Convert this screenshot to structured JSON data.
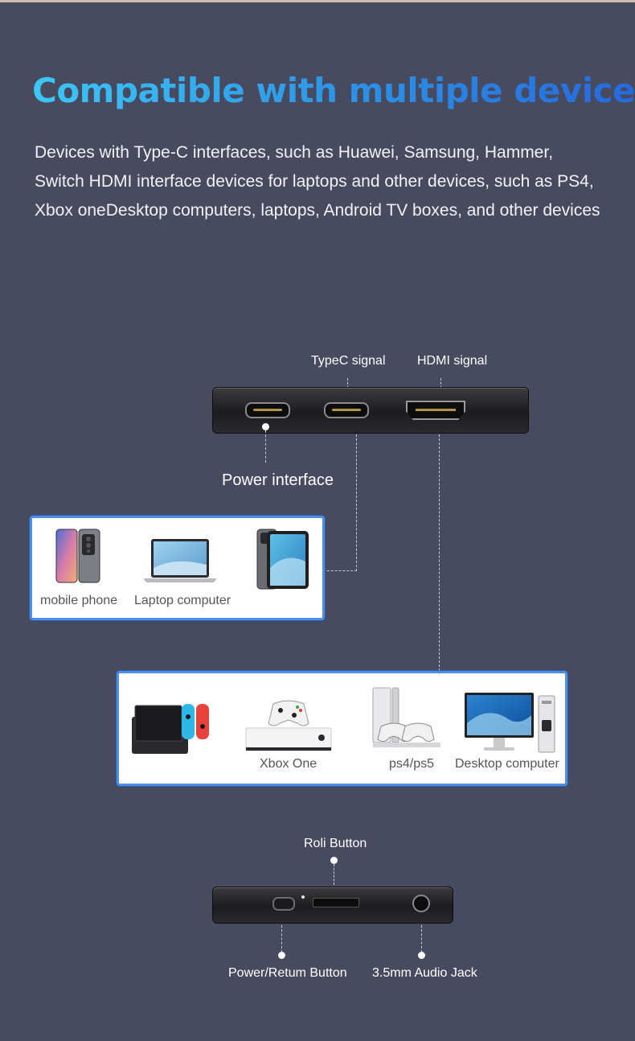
{
  "heading": "Compatible with multiple devices",
  "description": [
    "Devices with Type-C interfaces, such as Huawei, Samsung, Hammer,",
    "Switch HDMI interface devices for laptops and other devices, such as PS4,",
    "Xbox oneDesktop computers, laptops, Android TV boxes, and other devices"
  ],
  "ports": {
    "typec_signal": "TypeC signal",
    "hdmi_signal": "HDMI signal",
    "power_interface": "Power interface"
  },
  "typec_devices": [
    {
      "label": "mobile phone",
      "icon": "mobile-phone-icon"
    },
    {
      "label": "Laptop computer",
      "icon": "laptop-icon"
    },
    {
      "label": "",
      "icon": "tablet-icon"
    }
  ],
  "hdmi_devices": [
    {
      "label": "",
      "icon": "switch-console-icon"
    },
    {
      "label": "Xbox One",
      "icon": "xbox-one-icon"
    },
    {
      "label": "ps4/ps5",
      "icon": "playstation-icon"
    },
    {
      "label": "Desktop computer",
      "icon": "desktop-computer-icon"
    }
  ],
  "bottom": {
    "roli_button": "Roli Button",
    "power_return_button": "Power/Retum Button",
    "audio_jack": "3.5mm Audio Jack"
  },
  "colors": {
    "background": "#484b60",
    "heading_gradient_start": "#3cc7f6",
    "heading_gradient_end": "#2467dc",
    "card_border": "#4d8fe4"
  }
}
